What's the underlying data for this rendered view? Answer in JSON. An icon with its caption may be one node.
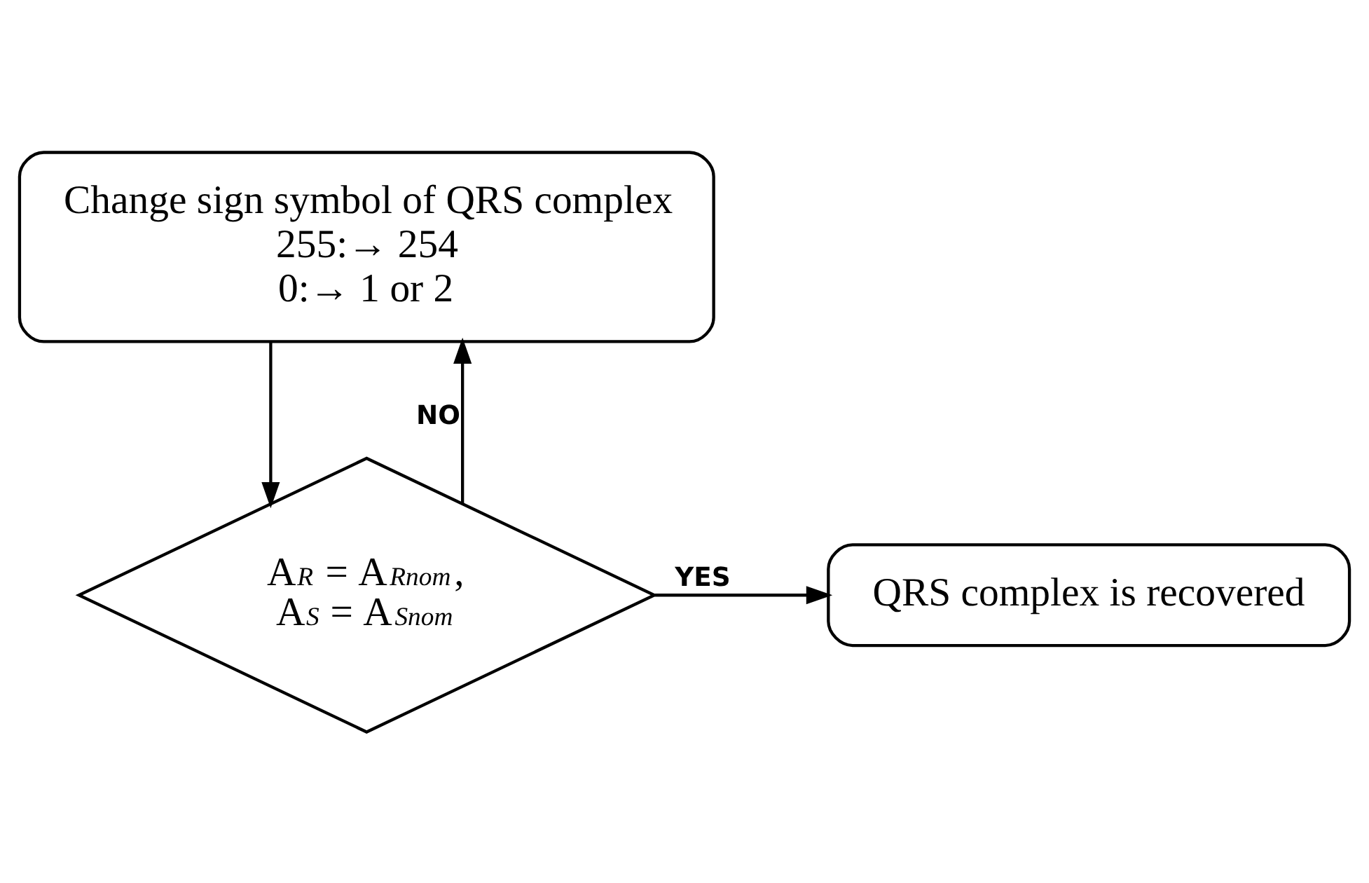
{
  "diagram": {
    "nodes": [
      {
        "text": [
          "Change sign symbol of QRS complex",
          "255:→ 254",
          "0:→ 1 or 2"
        ]
      },
      {
        "text": [
          "A$_{R}$ = A$_{Rnom}$,",
          "A$_{S}$ = A$_{Snom}$"
        ]
      },
      {
        "text": [
          "QRS complex is recovered"
        ]
      }
    ],
    "edges": [
      {
        "from": 0,
        "to": 1,
        "arrow": "to"
      },
      {
        "from": 1,
        "to": 2,
        "arrow": "to",
        "label": "YES"
      },
      {
        "from": 1,
        "to": 0,
        "arrow": "to",
        "label": "NO"
      }
    ]
  }
}
